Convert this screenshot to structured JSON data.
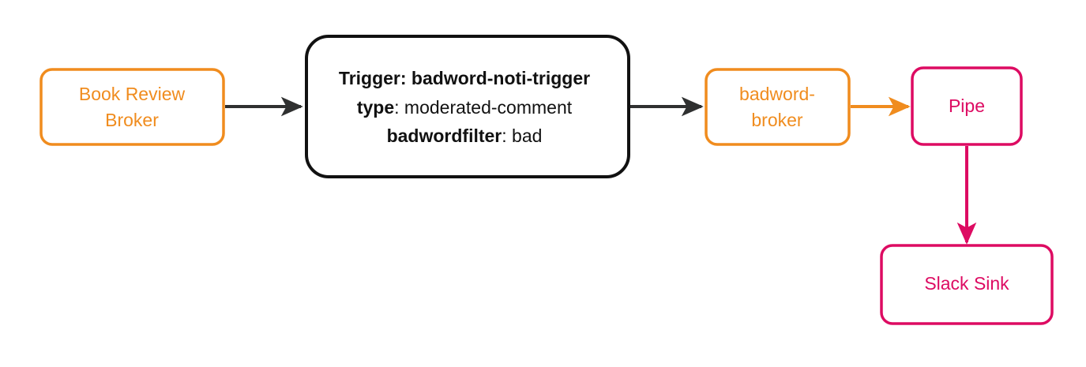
{
  "diagram": {
    "type": "flowchart",
    "orientation": "left-to-right",
    "background": "#ffffff",
    "colors": {
      "orange": "#F08C1E",
      "pink": "#DD0B62",
      "dark": "#2F3030",
      "black": "#111111",
      "node_fill": "#ffffff"
    },
    "nodes": [
      {
        "id": "book-review-broker",
        "name": "book-review-broker-node",
        "shape": "rounded-rectangle",
        "color": "#F08C1E",
        "lines": [
          "Book Review",
          "Broker"
        ]
      },
      {
        "id": "trigger-box",
        "name": "trigger-node",
        "shape": "rounded-rectangle",
        "color": "#111111",
        "lines": [
          {
            "bold": "Trigger: badword-noti-trigger",
            "regular": ""
          },
          {
            "bold": "type",
            "regular": ": moderated-comment"
          },
          {
            "bold": "badwordfilter",
            "regular": ": bad"
          }
        ]
      },
      {
        "id": "badword-broker",
        "name": "badword-broker-node",
        "shape": "rounded-rectangle",
        "color": "#F08C1E",
        "lines": [
          "badword-",
          "broker"
        ]
      },
      {
        "id": "pipe",
        "name": "pipe-node",
        "shape": "rounded-rectangle",
        "color": "#DD0B62",
        "lines": [
          "Pipe"
        ]
      },
      {
        "id": "slack-sink",
        "name": "slack-sink-node",
        "shape": "rounded-rectangle",
        "color": "#DD0B62",
        "lines": [
          "Slack Sink"
        ]
      }
    ],
    "edges": [
      {
        "id": "e1",
        "from": "book-review-broker",
        "to": "trigger-box",
        "color": "#2F3030",
        "direction": "right",
        "label": ""
      },
      {
        "id": "e2",
        "from": "trigger-box",
        "to": "badword-broker",
        "color": "#2F3030",
        "direction": "right",
        "label": ""
      },
      {
        "id": "e3",
        "from": "badword-broker",
        "to": "pipe",
        "color": "#F08C1E",
        "direction": "right",
        "label": ""
      },
      {
        "id": "e4",
        "from": "pipe",
        "to": "slack-sink",
        "color": "#DD0B62",
        "direction": "down",
        "label": ""
      }
    ]
  }
}
